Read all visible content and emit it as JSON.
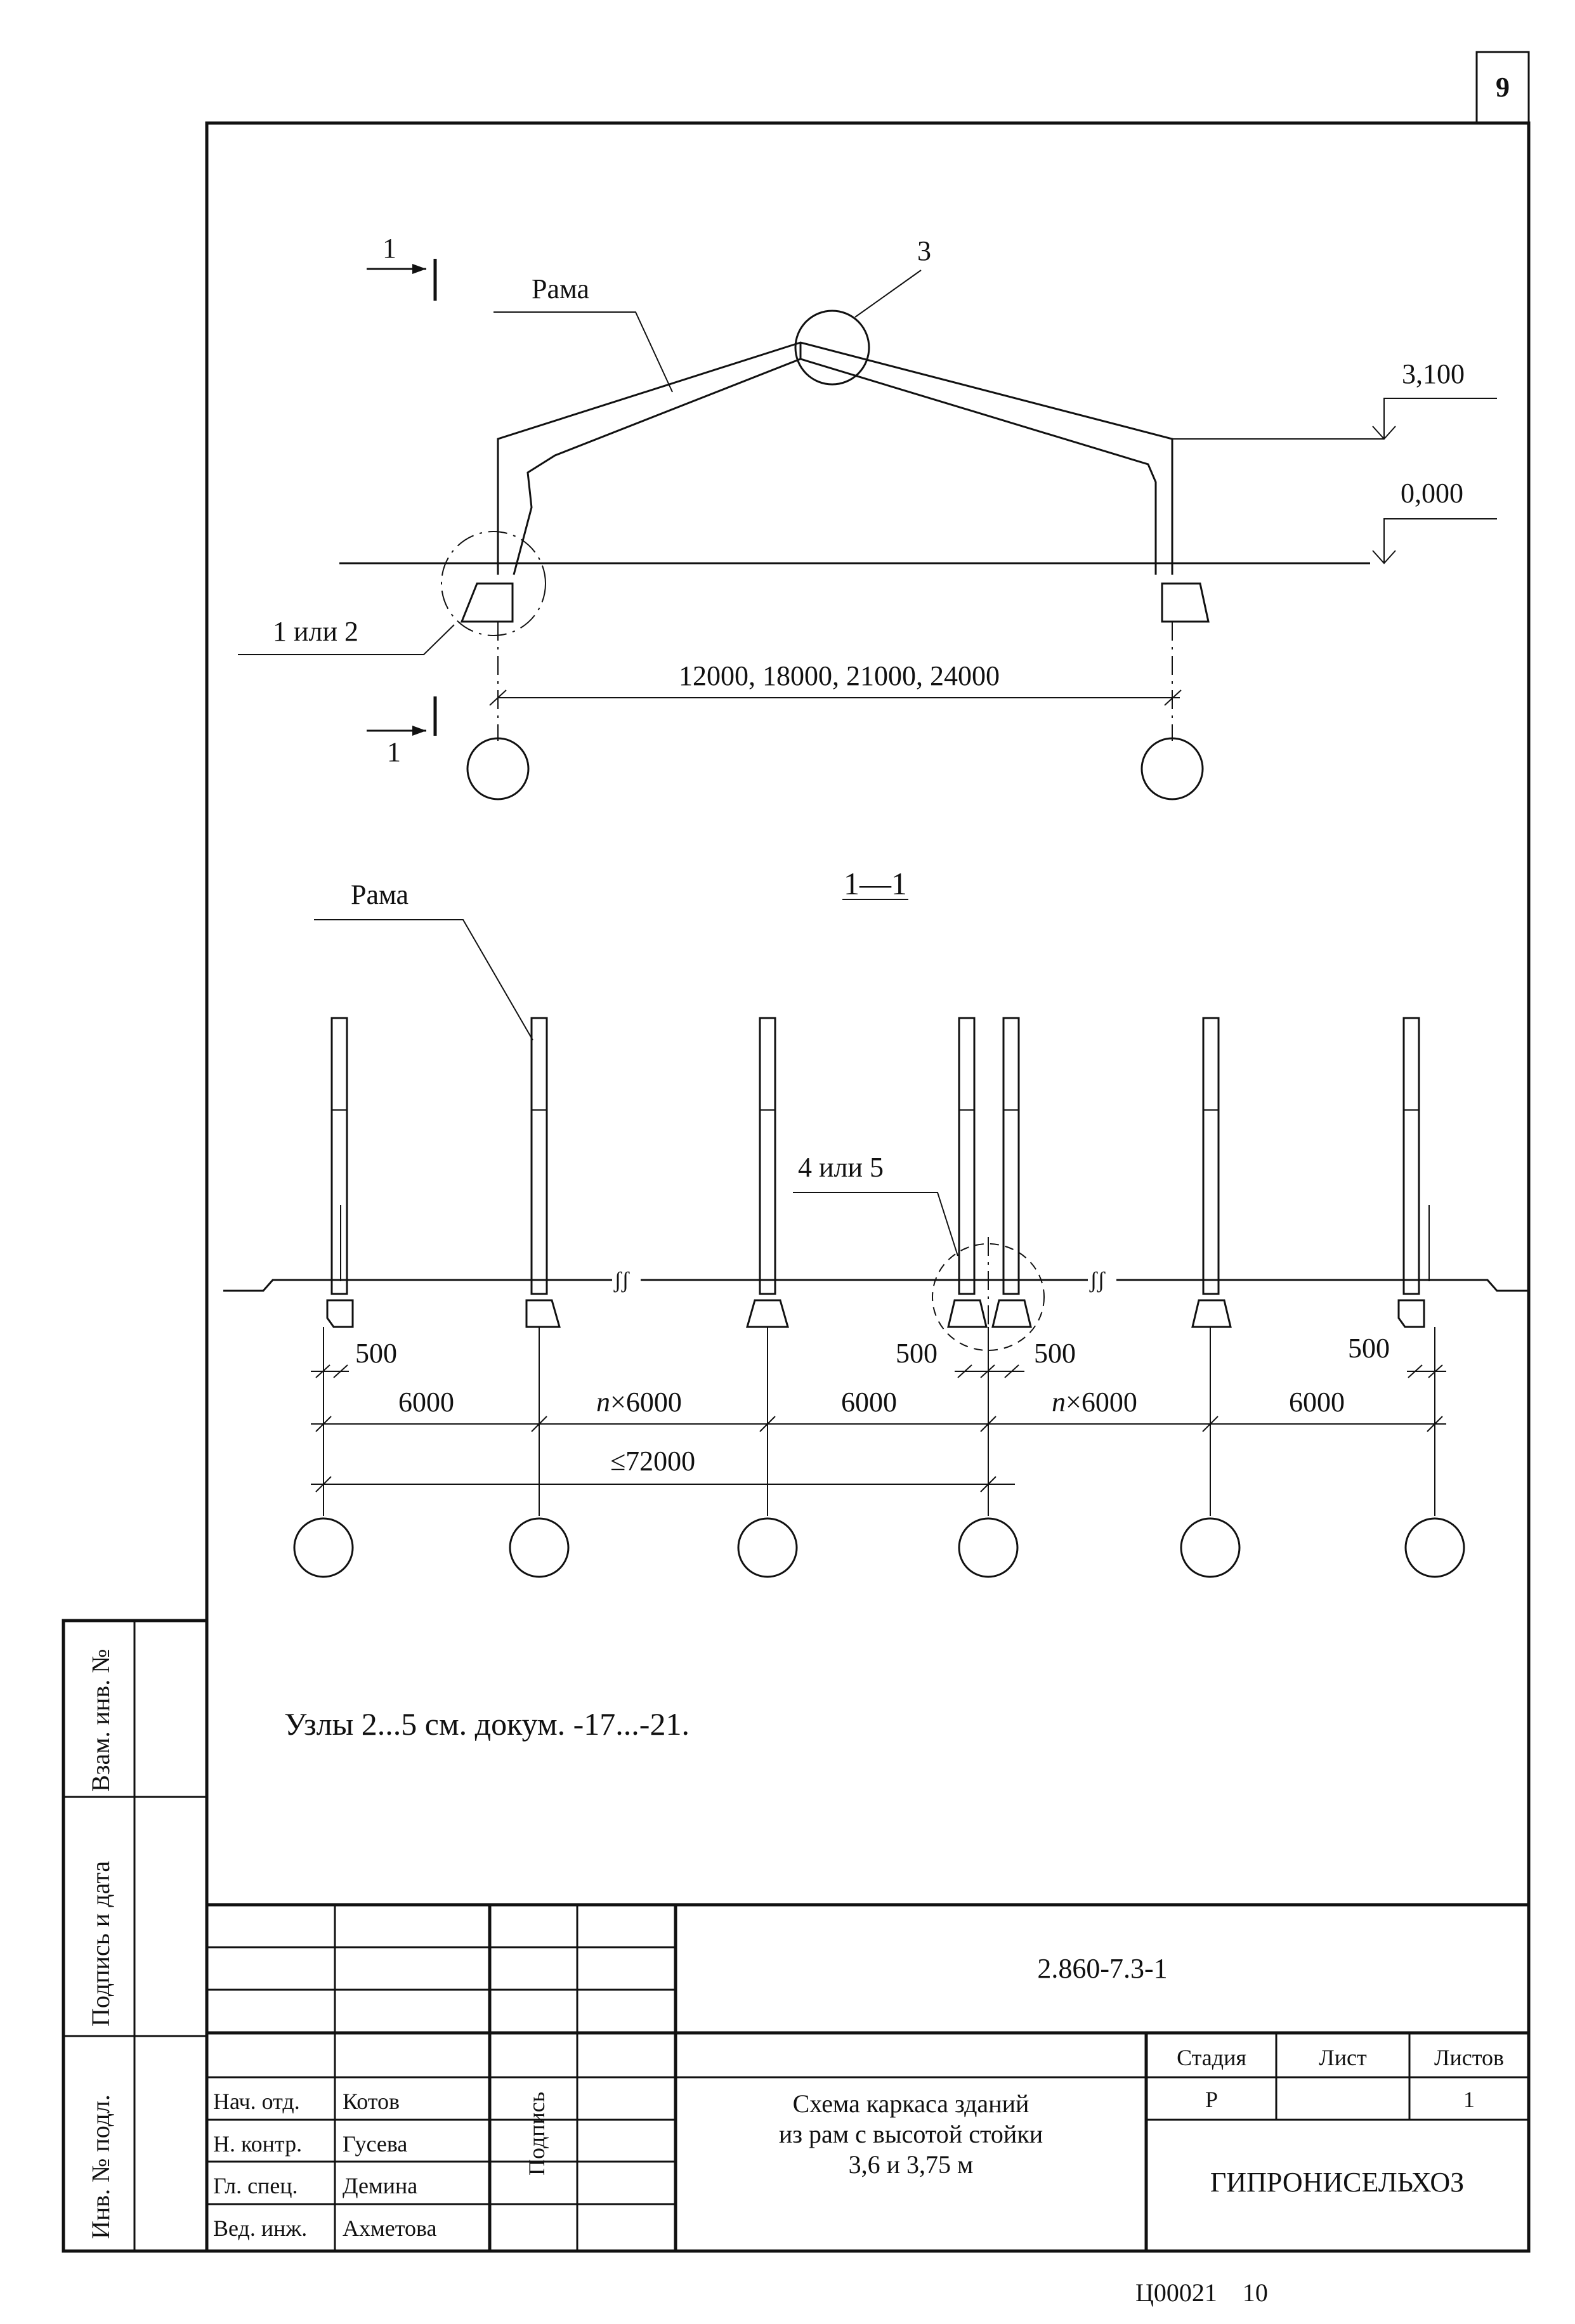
{
  "page_number": "9",
  "drawing": {
    "elevation": {
      "section_mark": "1",
      "frame_label": "Рама",
      "node_3": "3",
      "level_top": "3,100",
      "level_zero": "0,000",
      "node_1_or_2": "1 или 2",
      "span_dims": "12000, 18000, 21000, 24000"
    },
    "section": {
      "title": "1—1",
      "frame_label": "Рама",
      "node_4_or_5": "4 или 5",
      "dim_500": "500",
      "dim_6000": "6000",
      "dim_n6000": "n×6000",
      "n_letter": "n",
      "n_suffix": "×6000",
      "dim_total": "≤72000"
    },
    "note": "Узлы 2...5  см. докум. -17...-21."
  },
  "side_stamp": {
    "vzam_inv": "Взам. инв. №",
    "podpis_data": "Подпись и дата",
    "inv_podl": "Инв. № подл."
  },
  "title_block": {
    "doc_code": "2.860-7.3-1",
    "signature_header": "Подпись",
    "roles": [
      {
        "role": "Нач. отд.",
        "name": "Котов"
      },
      {
        "role": "Н. контр.",
        "name": "Гусева"
      },
      {
        "role": "Гл. спец.",
        "name": "Демина"
      },
      {
        "role": "Вед. инж.",
        "name": "Ахметова"
      }
    ],
    "title_lines": [
      "Схема каркаса зданий",
      "из рам с высотой стойки",
      "3,6 и 3,75 м"
    ],
    "stage_header": "Стадия",
    "sheet_header": "Лист",
    "sheets_header": "Листов",
    "stage_value": "Р",
    "sheet_value": "",
    "sheets_value": "1",
    "organization": "ГИПРОНИСЕЛЬХОЗ"
  },
  "footer_code": "Ц00021    10"
}
